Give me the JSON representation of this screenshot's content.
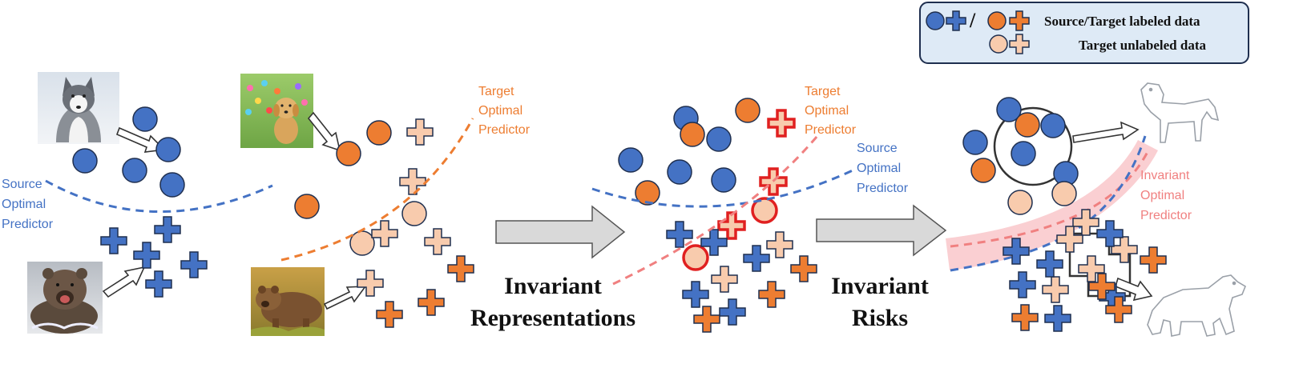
{
  "colors": {
    "source_blue": "#4472C4",
    "target_orange": "#ED7D31",
    "unlabeled_peach": "#F8CBAD",
    "highlight_red": "#E02020",
    "invariant_pink": "#F08080",
    "legend_fill": "#DEEAF6",
    "arrow_gray": "#D9D9D9"
  },
  "legend": {
    "separator": "/",
    "labeled": "Source/Target labeled data",
    "unlabeled": "Target unlabeled data"
  },
  "panel1": {
    "source_predictor": [
      "Source",
      "Optimal",
      "Predictor"
    ],
    "images": [
      "husky-photo",
      "grizzly-bear-photo"
    ]
  },
  "panel2": {
    "target_predictor": [
      "Target",
      "Optimal",
      "Predictor"
    ],
    "images": [
      "golden-retriever-photo",
      "brown-bear-photo"
    ]
  },
  "transition1": {
    "label_line1": "Invariant",
    "label_line2": "Representations"
  },
  "panel3": {
    "target_predictor": [
      "Target",
      "Optimal",
      "Predictor"
    ],
    "source_predictor": [
      "Source",
      "Optimal",
      "Predictor"
    ]
  },
  "transition2": {
    "label_line1": "Invariant",
    "label_line2": "Risks"
  },
  "panel4": {
    "invariant_predictor": [
      "Invariant",
      "Optimal",
      "Predictor"
    ],
    "icons": [
      "dog-outline-icon",
      "bear-outline-icon"
    ]
  }
}
